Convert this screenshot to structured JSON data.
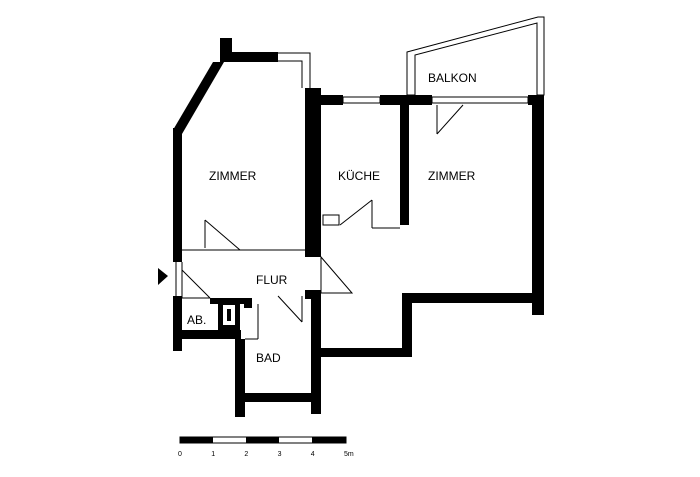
{
  "rooms": {
    "zimmer_left": "ZIMMER",
    "kueche": "KÜCHE",
    "zimmer_right": "ZIMMER",
    "balkon": "BALKON",
    "flur": "FLUR",
    "abstell": "AB.",
    "bad": "BAD"
  },
  "scale": {
    "ticks": [
      "0",
      "1",
      "2",
      "3",
      "4",
      "5m"
    ]
  },
  "colors": {
    "wall": "#000000",
    "background": "#ffffff"
  }
}
